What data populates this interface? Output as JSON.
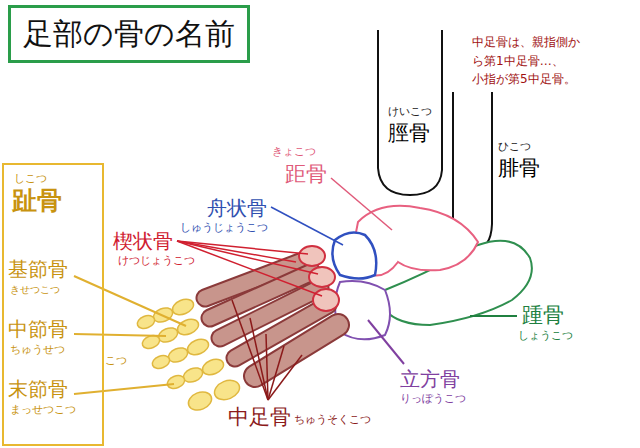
{
  "diagram": {
    "title": "足部の骨の名前",
    "nodes": [
      {
        "text": [
          "しこつ",
          "趾骨",
          "基節骨",
          "きせつこつ",
          "中節骨",
          "ちゅうせつ",
          "末節骨",
          "まっせつこつ"
        ]
      }
    ],
    "labels": [
      "中足骨は、親指側か ら第1中足骨…、 小指が第5中足骨。",
      "けいこつ",
      "脛骨",
      "ひこつ",
      "腓骨",
      "きょこつ",
      "距骨",
      "舟状骨",
      "しゅうじょうこつ",
      "楔状骨",
      "けつじょうこつ",
      "踵骨",
      "しょうこつ",
      "立方骨",
      "りっぽうこつ",
      "中足骨",
      "ちゅうそくこつ",
      "こつ"
    ]
  }
}
